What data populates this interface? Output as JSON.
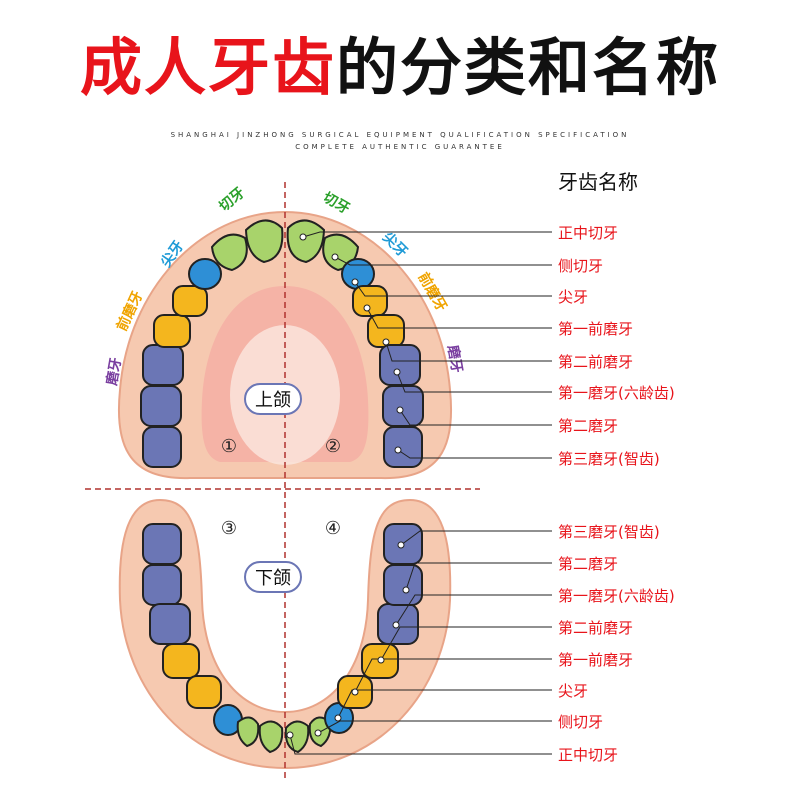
{
  "title": {
    "red": "成人牙齿",
    "black": "的分类和名称"
  },
  "subtitle": {
    "line1": "SHANGHAI JINZHONG SURGICAL EQUIPMENT QUALIFICATION SPECIFICATION",
    "line2": "COMPLETE AUTHENTIC GUARANTEE"
  },
  "legend_title": "牙齿名称",
  "jaw_labels": {
    "upper": "上颌",
    "lower": "下颌"
  },
  "quadrants": [
    "①",
    "②",
    "③",
    "④"
  ],
  "group_labels": {
    "incisor": "切牙",
    "canine": "尖牙",
    "premolar": "前磨牙",
    "molar": "磨牙"
  },
  "upper_names": [
    "正中切牙",
    "侧切牙",
    "尖牙",
    "第一前磨牙",
    "第二前磨牙",
    "第一磨牙(六龄齿)",
    "第二磨牙",
    "第三磨牙(智齿)"
  ],
  "lower_names": [
    "第三磨牙(智齿)",
    "第二磨牙",
    "第一磨牙(六龄齿)",
    "第二前磨牙",
    "第一前磨牙",
    "尖牙",
    "侧切牙",
    "正中切牙"
  ],
  "colors": {
    "title_red": "#e8141b",
    "incisor": "#a8d36b",
    "canine": "#2e8fd6",
    "premolar": "#f4b61e",
    "molar": "#6b76b5",
    "gum": "#f6c9b0",
    "palate": "#f2a79c",
    "label_incisor": "#2aa02a",
    "label_canine": "#1e9ad6",
    "label_premolar": "#f0a400",
    "label_molar": "#7a3fa0",
    "leader": "#222222",
    "names": "#e8141b"
  }
}
